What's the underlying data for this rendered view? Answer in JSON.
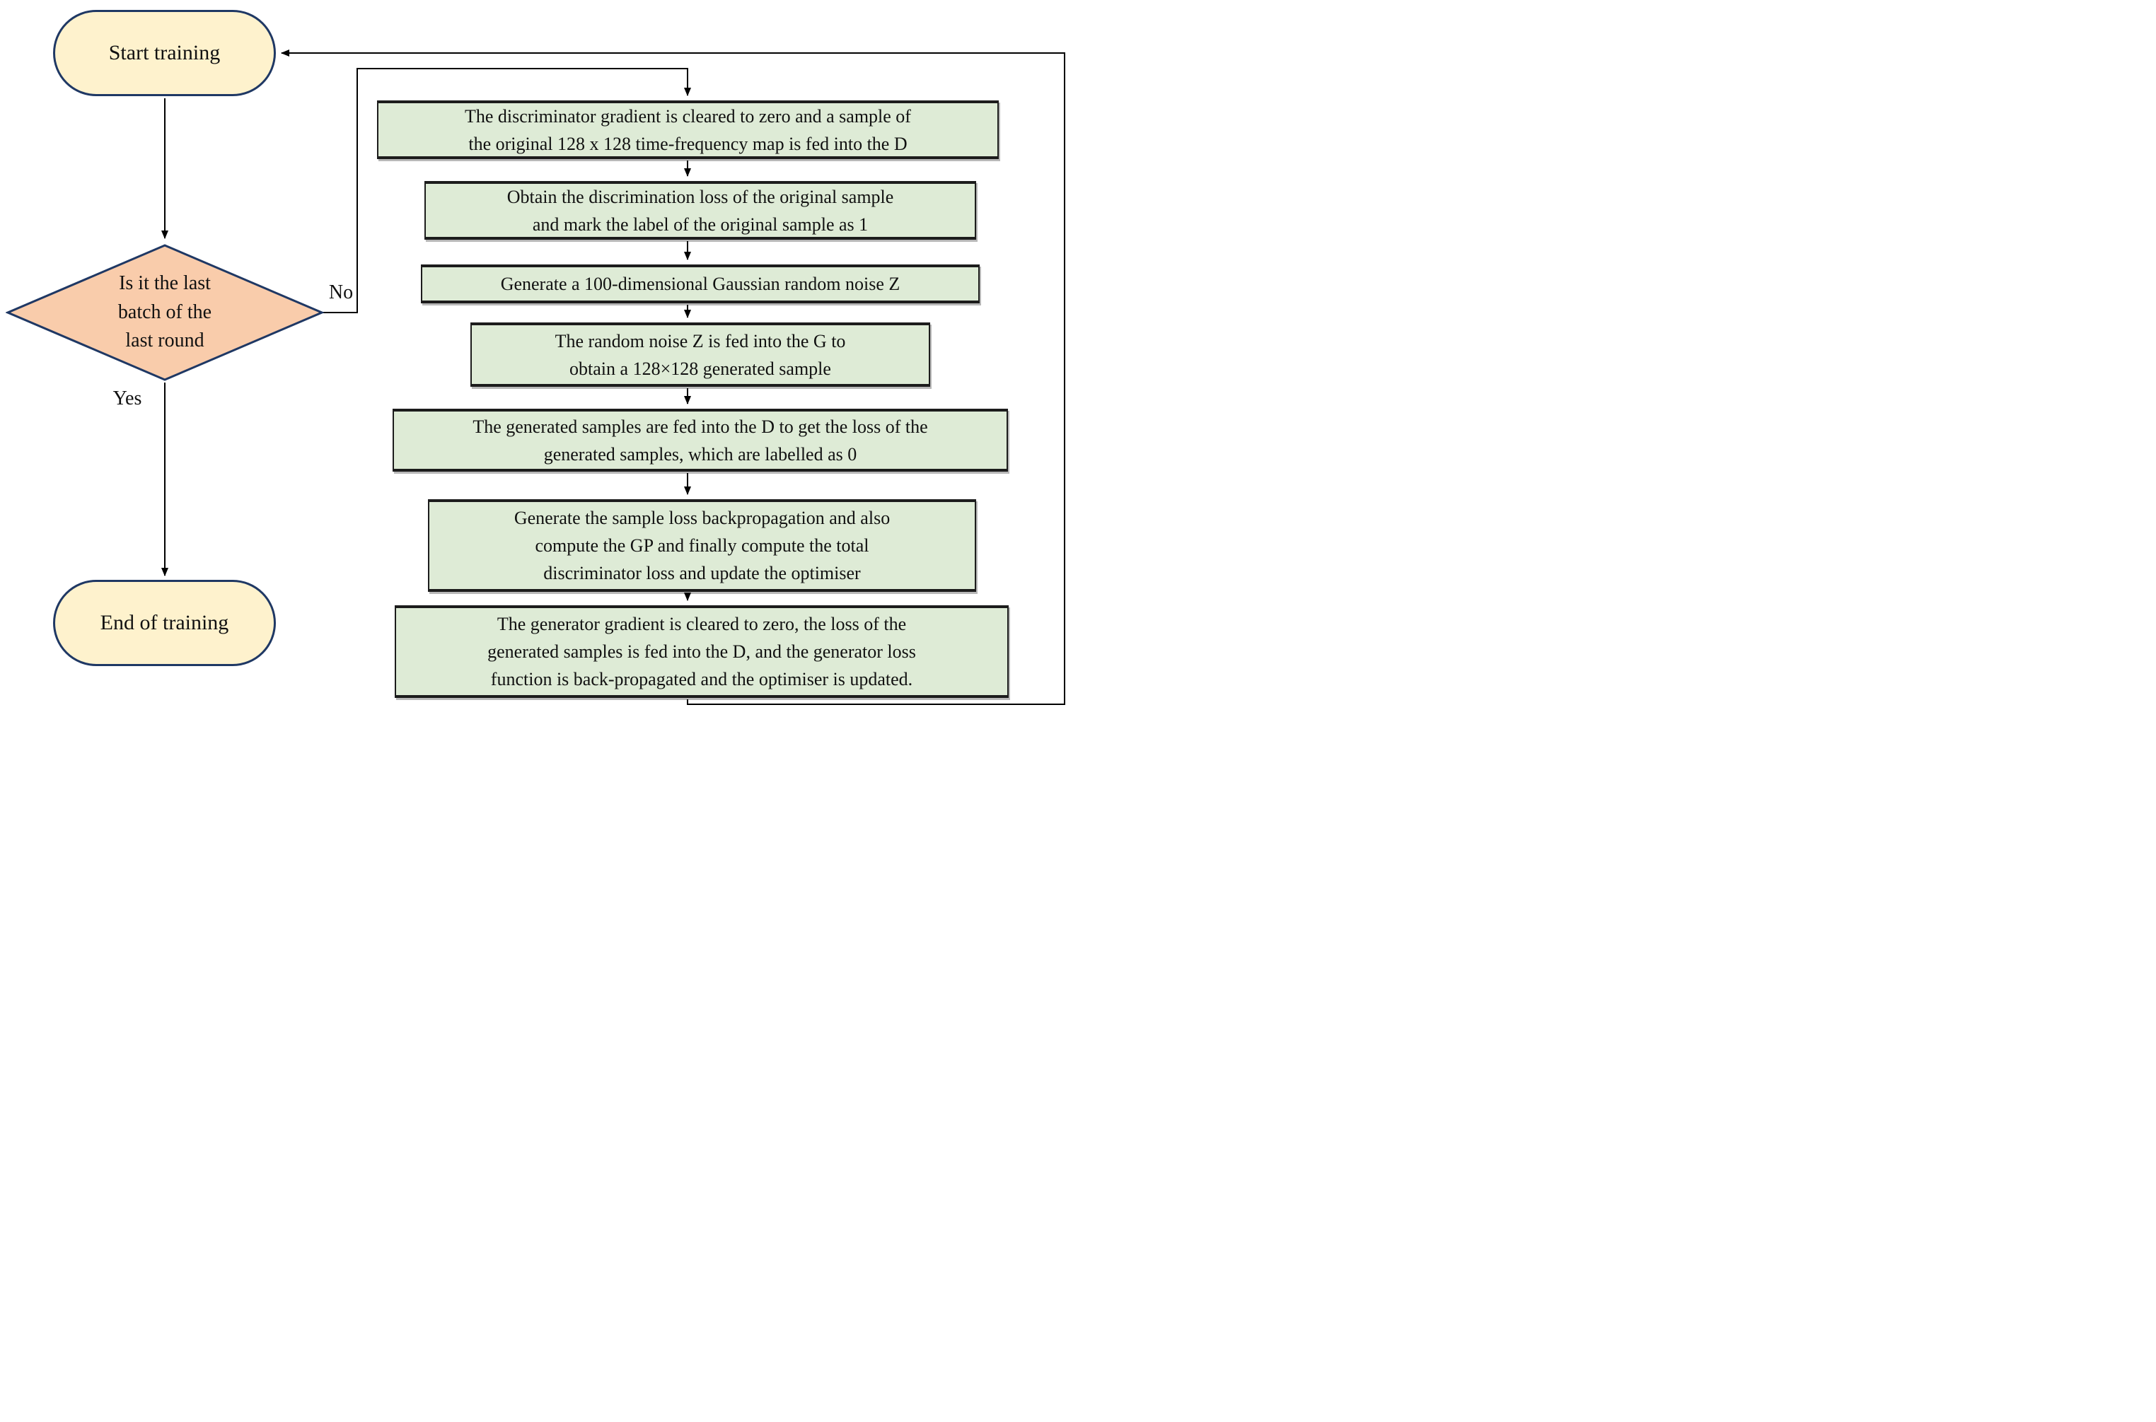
{
  "flowchart": {
    "nodes": {
      "start": {
        "label": "Start training"
      },
      "decision": {
        "lines": [
          "Is it the last",
          "batch of the",
          "last round"
        ]
      },
      "end": {
        "label": "End of training"
      },
      "steps": [
        {
          "lines": [
            "The discriminator gradient is cleared to zero and a sample of",
            "the original 128 x 128 time-frequency map is fed into the D"
          ]
        },
        {
          "lines": [
            "Obtain the discrimination loss of the original sample",
            "and mark the label of the original sample as 1"
          ]
        },
        {
          "lines": [
            "Generate a 100-dimensional Gaussian random noise Z"
          ]
        },
        {
          "lines": [
            "The random noise Z is fed into the G to",
            "obtain a 128×128 generated sample"
          ]
        },
        {
          "lines": [
            "The generated samples are fed into the D to get the loss of the",
            "generated samples, which are labelled as 0"
          ]
        },
        {
          "lines": [
            "Generate the sample loss backpropagation and also",
            "compute the GP and finally compute the total",
            "discriminator loss and update the optimiser"
          ]
        },
        {
          "lines": [
            "The generator gradient is cleared to zero, the loss of the",
            "generated samples is fed into the D, and the generator loss",
            "function is back-propagated and the optimiser is updated."
          ]
        }
      ]
    },
    "branch_labels": {
      "no": "No",
      "yes": "Yes"
    },
    "colors": {
      "terminal_fill": "#FEF2CD",
      "terminal_border": "#1F3864",
      "decision_fill": "#F9CCAB",
      "decision_border": "#1F3864",
      "process_fill": "#DEEBD6",
      "process_border": "#1C1C1C",
      "connector": "#000000"
    }
  }
}
